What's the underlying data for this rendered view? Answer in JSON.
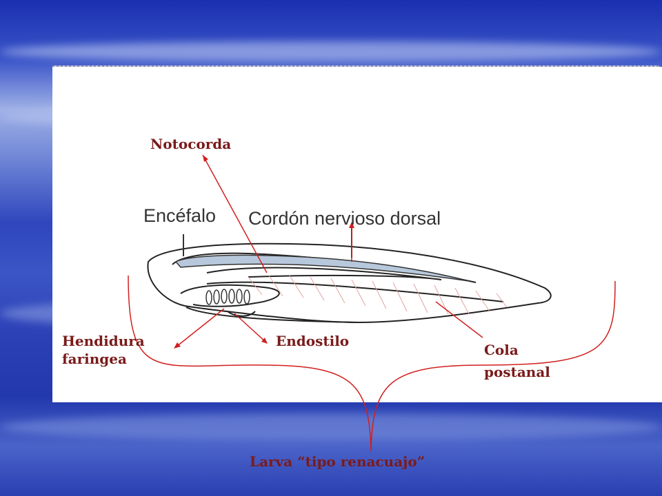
{
  "labels": {
    "notocorda": "Notocorda",
    "encefalo": "Encéfalo",
    "cordon": "Cordón nervioso dorsal",
    "hendidura_line1": "Hendidura",
    "hendidura_line2": "faringea",
    "endostilo": "Endostilo",
    "cola_line1": "Cola",
    "cola_line2": "postanal",
    "larva": "Larva “tipo renacuajo”"
  },
  "colors": {
    "annotation_line": "#d21e1e",
    "label_text": "#7a1b1b",
    "panel": "#ffffff"
  }
}
